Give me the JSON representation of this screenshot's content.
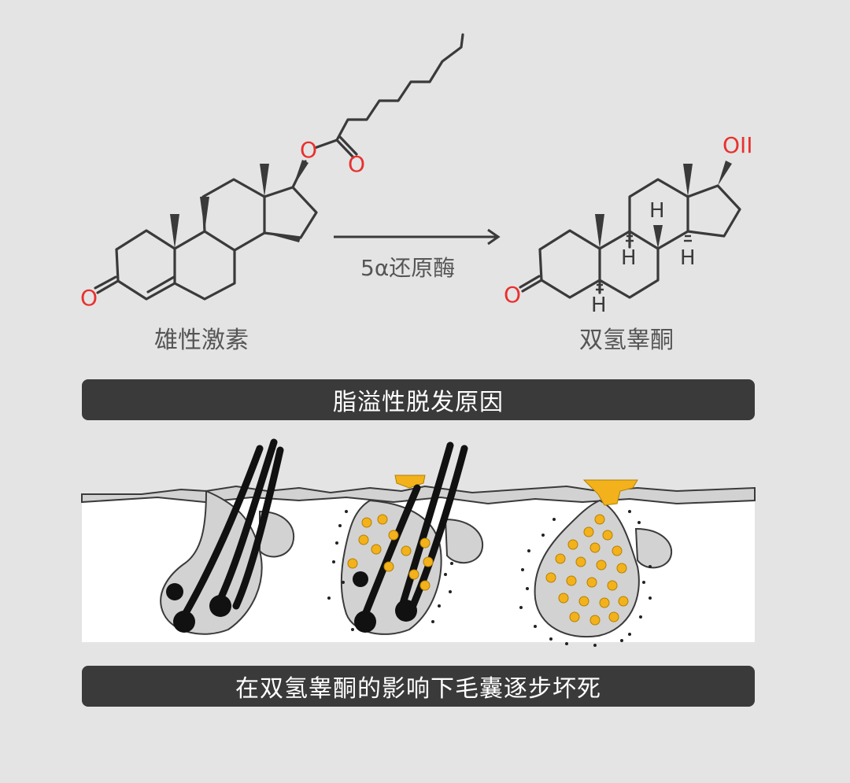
{
  "reaction": {
    "reactant_label": "雄性激素",
    "product_label": "双氢睾酮",
    "enzyme_label": "5α还原酶"
  },
  "atoms": {
    "reactant_ketone_O": "O",
    "ester_O": "O",
    "carbonyl_O": "O",
    "product_ketone_O": "O",
    "product_OH": "OII",
    "H": "H"
  },
  "captions": {
    "cause": "脂溢性脱发原因",
    "effect": "在双氢睾酮的影响下毛囊逐步坏死"
  },
  "colors": {
    "background": "#e4e4e4",
    "bond": "#3a3a3a",
    "oxygen": "#e8312f",
    "banner": "#3a3a3a",
    "sebum": "#f3b21b",
    "skin": "#ffffff",
    "follicle": "#d2d2d2"
  }
}
